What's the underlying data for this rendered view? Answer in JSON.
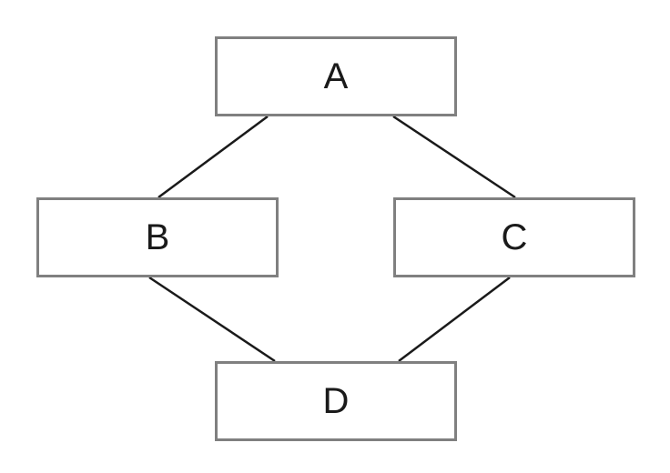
{
  "diagram": {
    "nodes": {
      "a": {
        "label": "A"
      },
      "b": {
        "label": "B"
      },
      "c": {
        "label": "C"
      },
      "d": {
        "label": "D"
      }
    },
    "edges": [
      {
        "from": "A",
        "to": "B"
      },
      {
        "from": "A",
        "to": "C"
      },
      {
        "from": "B",
        "to": "D"
      },
      {
        "from": "C",
        "to": "D"
      }
    ],
    "colors": {
      "box_border": "#808080",
      "edge": "#1a1a1a",
      "label": "#1a1a1a"
    }
  }
}
